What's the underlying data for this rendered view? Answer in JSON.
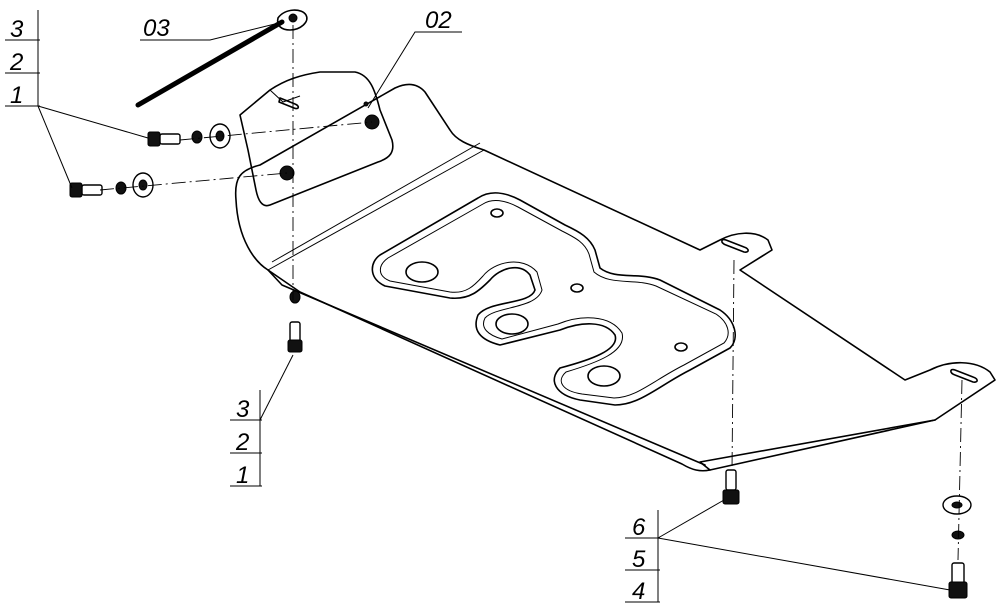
{
  "callouts": {
    "part_03": "03",
    "part_02": "02",
    "stack_top_left": [
      "3",
      "2",
      "1"
    ],
    "stack_bottom_middle": [
      "3",
      "2",
      "1"
    ],
    "stack_bottom_right": [
      "6",
      "5",
      "4"
    ]
  }
}
